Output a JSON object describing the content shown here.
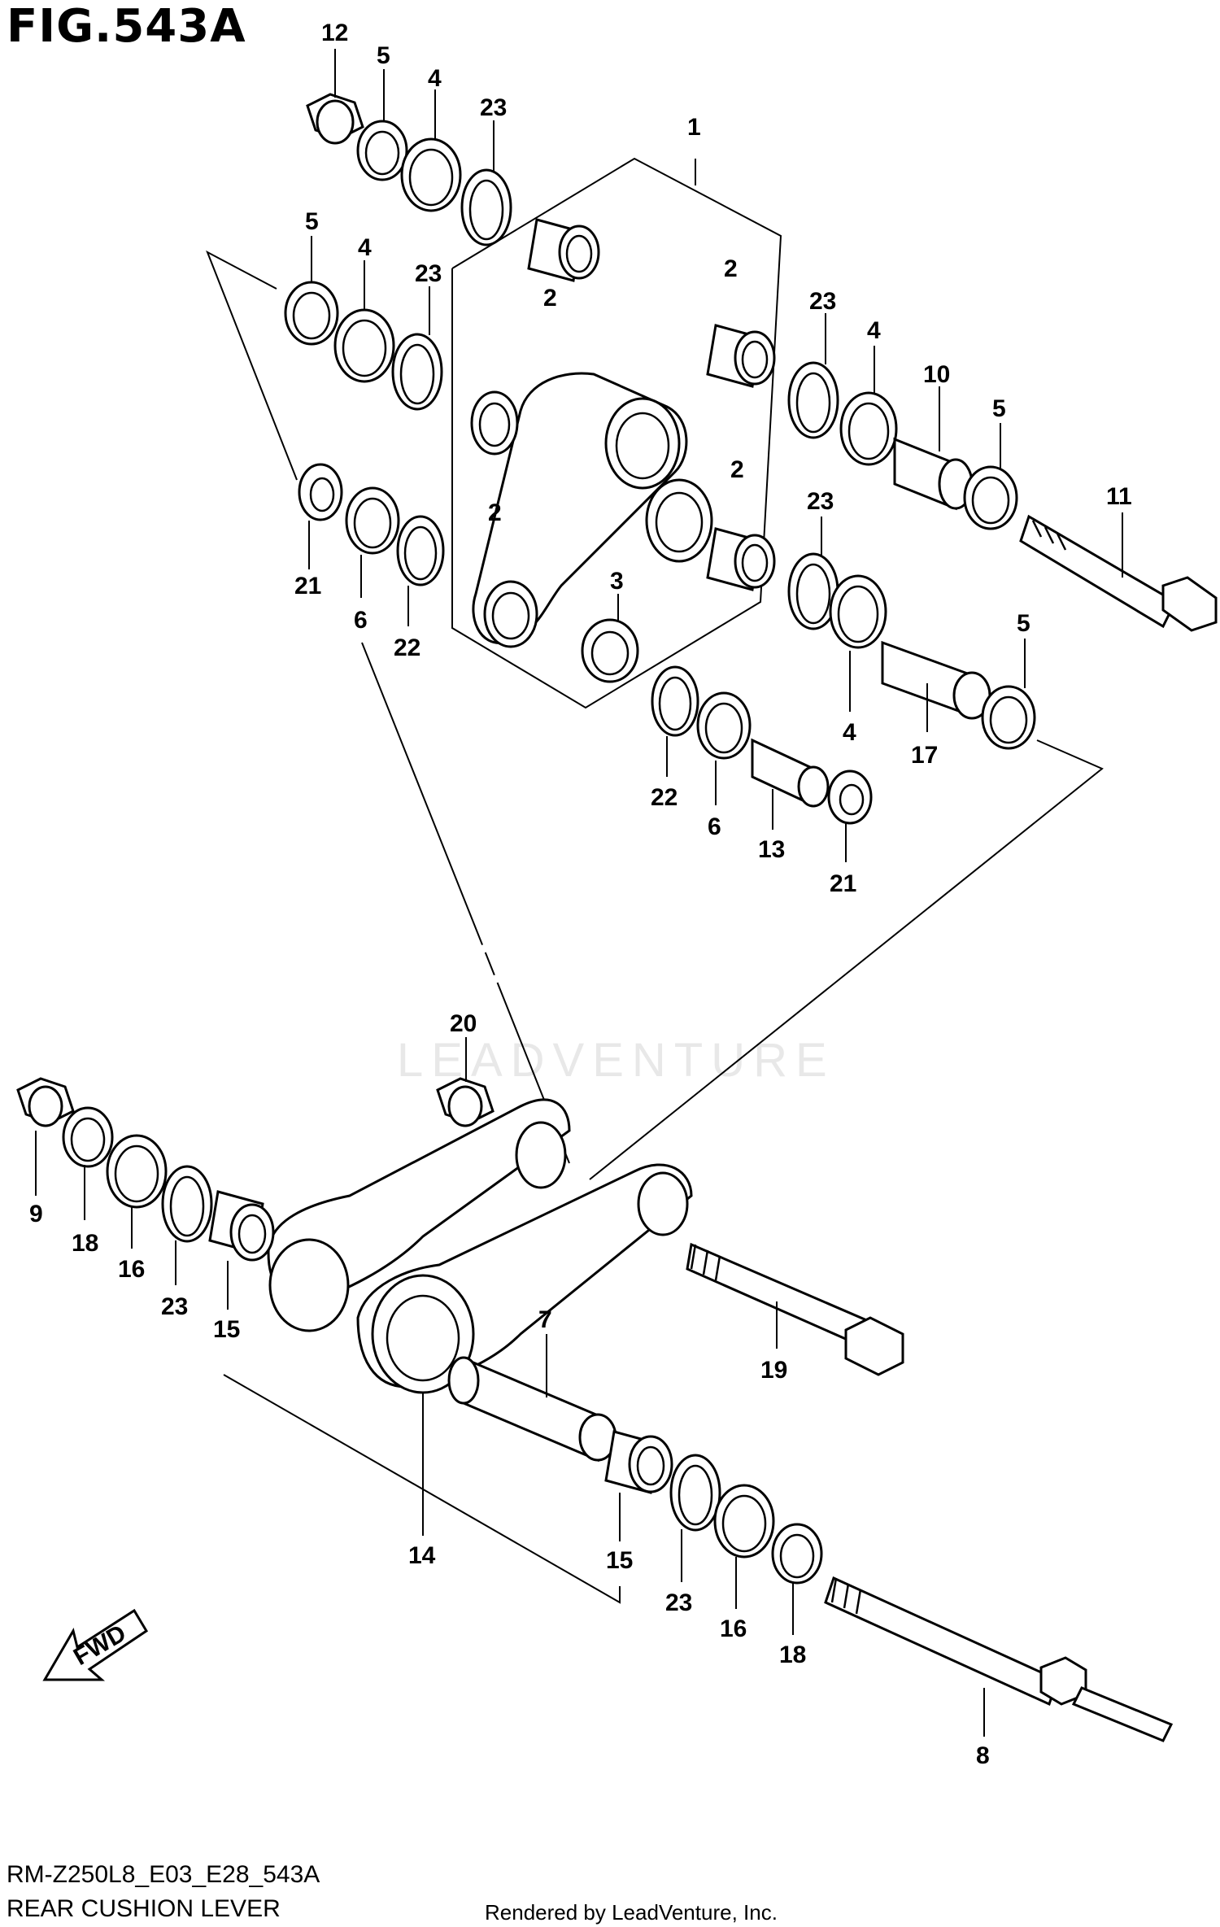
{
  "figure": {
    "title": "FIG.543A",
    "code": "RM-Z250L8_E03_E28_543A",
    "name": "REAR CUSHION LEVER",
    "rendered_by": "Rendered by LeadVenture, Inc.",
    "watermark": "LEADVENTURE",
    "fwd_label": "FWD"
  },
  "callouts": [
    {
      "id": "c12a",
      "text": "12"
    },
    {
      "id": "c5a",
      "text": "5"
    },
    {
      "id": "c4a",
      "text": "4"
    },
    {
      "id": "c23a",
      "text": "23"
    },
    {
      "id": "c1",
      "text": "1"
    },
    {
      "id": "c5b",
      "text": "5"
    },
    {
      "id": "c4b",
      "text": "4"
    },
    {
      "id": "c23b",
      "text": "23"
    },
    {
      "id": "c2a",
      "text": "2"
    },
    {
      "id": "c2b",
      "text": "2"
    },
    {
      "id": "c2c",
      "text": "2"
    },
    {
      "id": "c2d",
      "text": "2"
    },
    {
      "id": "c23c",
      "text": "23"
    },
    {
      "id": "c4c",
      "text": "4"
    },
    {
      "id": "c10",
      "text": "10"
    },
    {
      "id": "c5c",
      "text": "5"
    },
    {
      "id": "c11",
      "text": "11"
    },
    {
      "id": "c21a",
      "text": "21"
    },
    {
      "id": "c6a",
      "text": "6"
    },
    {
      "id": "c22a",
      "text": "22"
    },
    {
      "id": "c3",
      "text": "3"
    },
    {
      "id": "c23d",
      "text": "23"
    },
    {
      "id": "c4d",
      "text": "4"
    },
    {
      "id": "c17",
      "text": "17"
    },
    {
      "id": "c5d",
      "text": "5"
    },
    {
      "id": "c22b",
      "text": "22"
    },
    {
      "id": "c6b",
      "text": "6"
    },
    {
      "id": "c13",
      "text": "13"
    },
    {
      "id": "c21b",
      "text": "21"
    },
    {
      "id": "c20",
      "text": "20"
    },
    {
      "id": "c9",
      "text": "9"
    },
    {
      "id": "c18a",
      "text": "18"
    },
    {
      "id": "c16a",
      "text": "16"
    },
    {
      "id": "c23e",
      "text": "23"
    },
    {
      "id": "c15a",
      "text": "15"
    },
    {
      "id": "c7",
      "text": "7"
    },
    {
      "id": "c19",
      "text": "19"
    },
    {
      "id": "c14",
      "text": "14"
    },
    {
      "id": "c15b",
      "text": "15"
    },
    {
      "id": "c23f",
      "text": "23"
    },
    {
      "id": "c16b",
      "text": "16"
    },
    {
      "id": "c18b",
      "text": "18"
    },
    {
      "id": "c8",
      "text": "8"
    }
  ]
}
